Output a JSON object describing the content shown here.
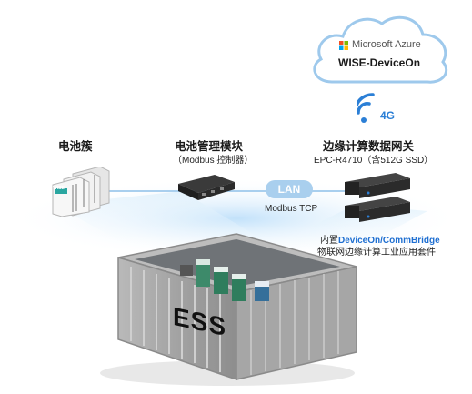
{
  "cloud": {
    "provider": "Microsoft Azure",
    "platform": "WISE-DeviceOn",
    "outline_color": "#9ec9ec"
  },
  "signal": {
    "label": "4G",
    "color": "#2b7fd6"
  },
  "battery_cluster": {
    "title": "电池簇"
  },
  "bms": {
    "title": "电池管理模块",
    "subtitle": "（Modbus 控制器）"
  },
  "gateway": {
    "title": "边缘计算数据网关",
    "model": "EPC-R4710（含512G SSD）",
    "note_prefix": "内置",
    "note_brand": "DeviceOn/CommBridge",
    "note_line2": "物联网边缘计算工业应用套件"
  },
  "link": {
    "label": "LAN",
    "protocol": "Modbus TCP"
  },
  "container": {
    "label": "ESS"
  },
  "battery_logo": "WISE",
  "colors": {
    "accent": "#2b7fd6",
    "line": "#a9cfee",
    "container": "#9a9a9a"
  }
}
